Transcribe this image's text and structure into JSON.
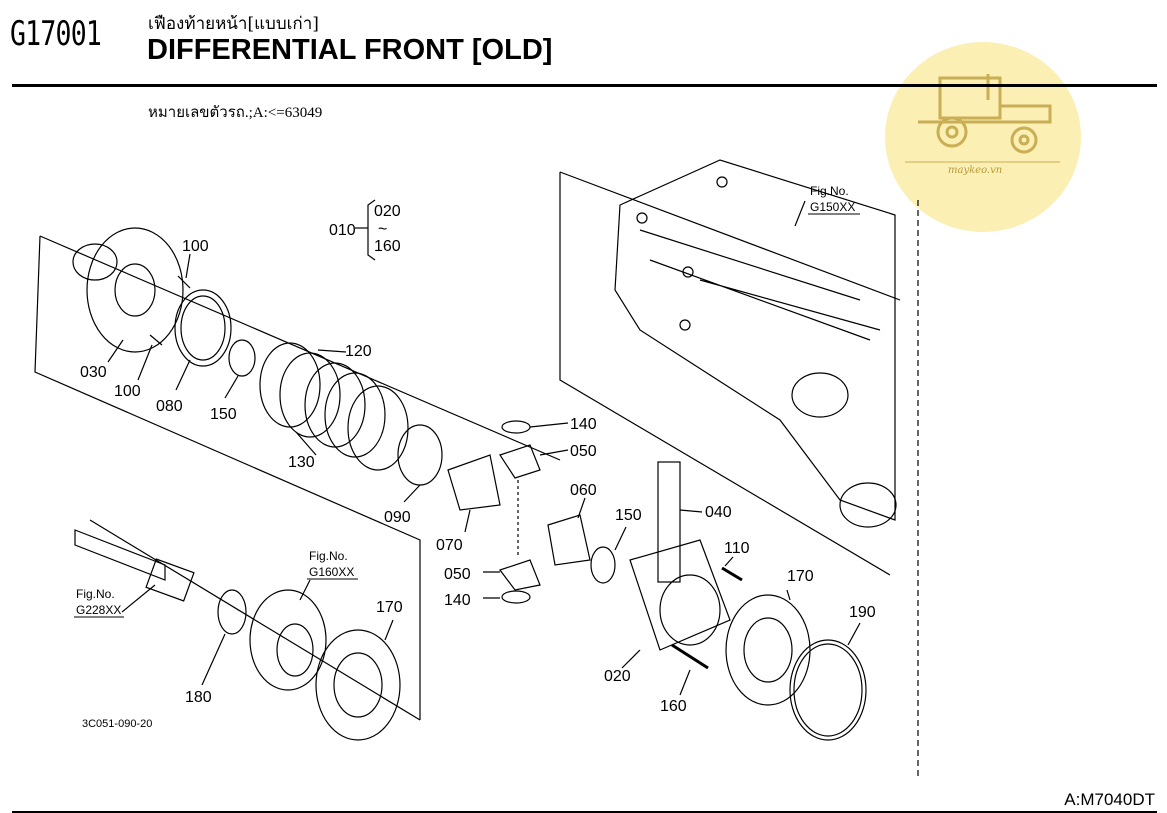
{
  "header": {
    "code": "G17001",
    "title_th": "เฟืองท้ายหน้า[แบบเก่า]",
    "title_en": "DIFFERENTIAL FRONT [OLD]",
    "serial_note": "หมายเลขตัวรถ.;A:<=63049"
  },
  "logo": {
    "text": "maykeo.vn"
  },
  "footer": {
    "model": "A:M7040DT",
    "drawing_id": "3C051-090-20"
  },
  "range_note": {
    "part": "010",
    "from": "020",
    "tilde": "~",
    "to": "160"
  },
  "fig_refs": [
    {
      "label": "Fig.No.",
      "ref": "G150XX"
    },
    {
      "label": "Fig.No.",
      "ref": "G160XX"
    },
    {
      "label": "Fig.No.",
      "ref": "G228XX"
    }
  ],
  "part_labels": [
    "100",
    "100",
    "030",
    "080",
    "150",
    "120",
    "130",
    "090",
    "140",
    "050",
    "060",
    "070",
    "050",
    "140",
    "150",
    "040",
    "110",
    "170",
    "020",
    "160",
    "190",
    "170",
    "180"
  ]
}
